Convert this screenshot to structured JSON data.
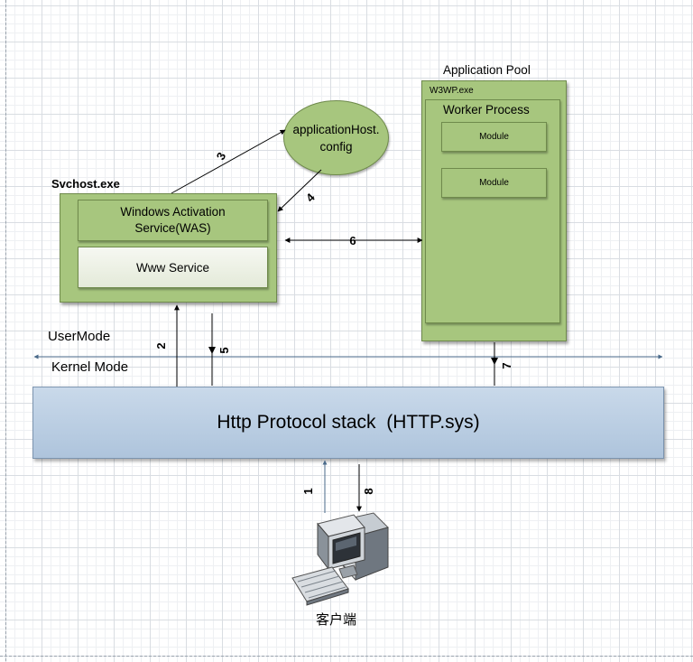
{
  "svchost": {
    "title": "Svchost.exe",
    "was_label": "Windows Activation Service(WAS)",
    "www_label": "Www Service"
  },
  "config": {
    "label": "applicationHost. config"
  },
  "app_pool": {
    "title": "Application Pool",
    "w3wp_label": "W3WP.exe",
    "worker_title": "Worker Process",
    "modules": [
      "Module",
      "Module"
    ]
  },
  "modes": {
    "user": "UserMode",
    "kernel": "Kernel Mode"
  },
  "http_stack": {
    "label": "Http Protocol stack  (HTTP.sys)"
  },
  "client": {
    "label": "客户端"
  },
  "steps": [
    "1",
    "2",
    "3",
    "4",
    "5",
    "6",
    "7",
    "8"
  ],
  "colors": {
    "green_fill": "#a7c67e",
    "green_border": "#6f8a4c",
    "http_fill": "#b9cde3",
    "line": "#000000",
    "mode_line": "#4a6a8a"
  }
}
